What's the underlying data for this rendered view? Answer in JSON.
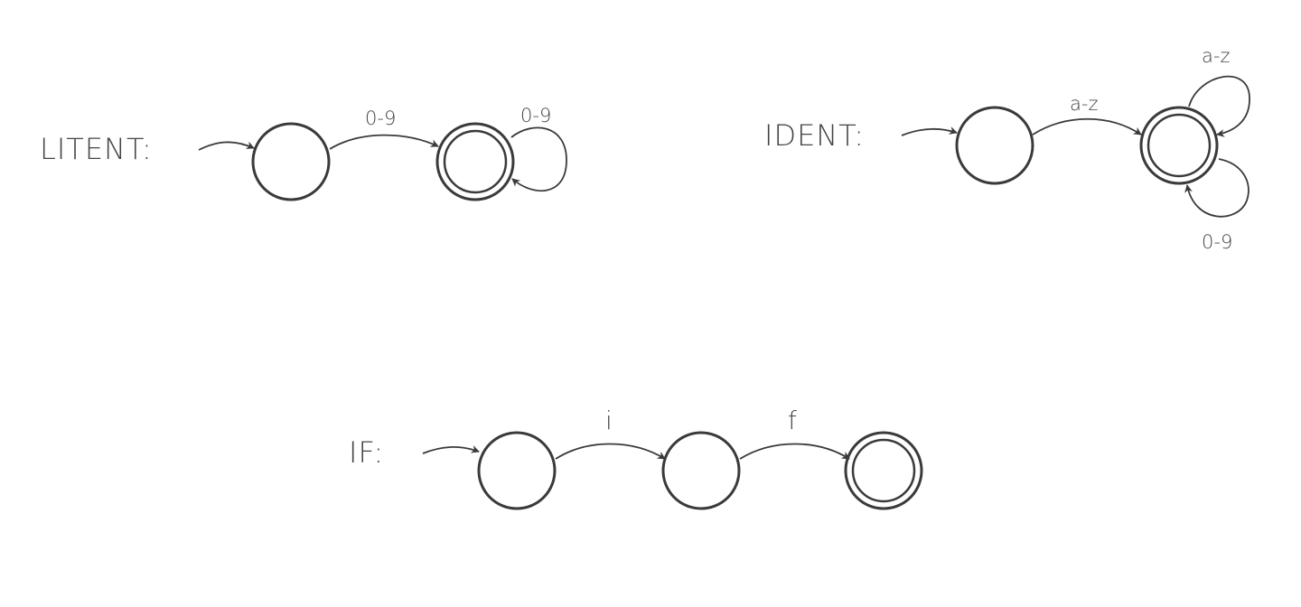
{
  "automata": {
    "litent": {
      "title": "LITENT:",
      "transition_label": "0-9",
      "loop_label": "0-9"
    },
    "ident": {
      "title": "IDENT:",
      "transition_label": "a-z",
      "loop_top_label": "a-z",
      "loop_bottom_label": "0-9"
    },
    "if_automaton": {
      "title": "IF:",
      "transition_1_label": "i",
      "transition_2_label": "f"
    }
  },
  "colors": {
    "stroke": "#3a3a3a",
    "text": "#444444",
    "background": "#ffffff"
  }
}
